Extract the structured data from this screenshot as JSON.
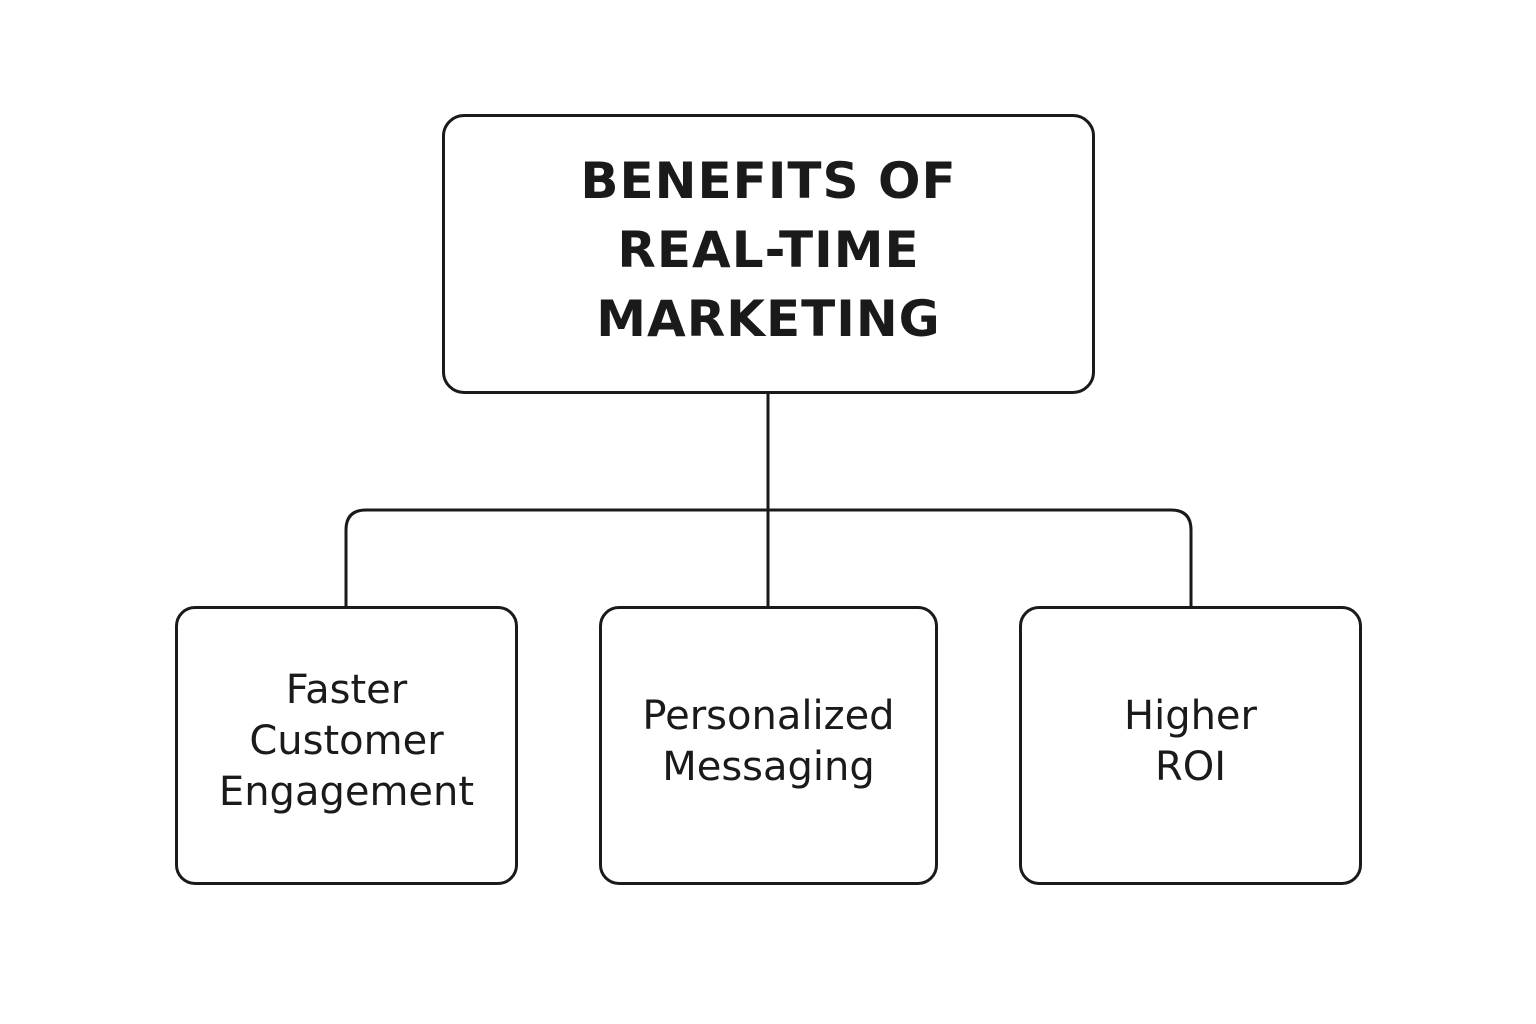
{
  "diagram": {
    "root": {
      "label": "BENEFITS OF\nREAL-TIME\nMARKETING"
    },
    "children": [
      {
        "label": "Faster\nCustomer\nEngagement"
      },
      {
        "label": "Personalized\nMessaging"
      },
      {
        "label": "Higher\nROI"
      }
    ],
    "colors": {
      "line": "#1a1a1a",
      "background": "#ffffff"
    }
  }
}
